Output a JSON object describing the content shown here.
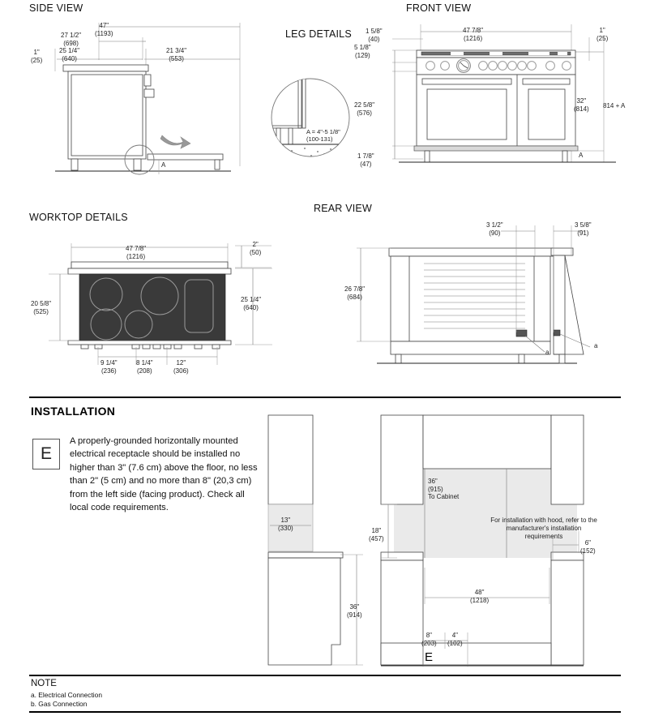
{
  "document": {
    "type": "appliance-installation-spec-sheet",
    "product": "48 inch dual-fuel range"
  },
  "sections": {
    "side_view": {
      "title": "SIDE VIEW"
    },
    "front_view": {
      "title": "FRONT VIEW"
    },
    "leg_details": {
      "title": "LEG DETAILS"
    },
    "worktop_details": {
      "title": "WORKTOP DETAILS"
    },
    "rear_view": {
      "title": "REAR VIEW"
    },
    "installation": {
      "title": "INSTALLATION"
    },
    "note": {
      "title": "NOTE"
    }
  },
  "side_view_dims": {
    "overall_depth": {
      "imperial": "47\"",
      "metric": "(1193)"
    },
    "body_depth": {
      "imperial": "27 1/2\"",
      "metric": "(698)"
    },
    "cabinet_depth": {
      "imperial": "25 1/4\"",
      "metric": "(640)"
    },
    "door_open": {
      "imperial": "21 3/4\"",
      "metric": "(553)"
    },
    "top_overhang": {
      "imperial": "1\"",
      "metric": "(25)"
    },
    "leg_marker": "A"
  },
  "front_view_dims": {
    "overall_width": {
      "imperial": "47 7/8\"",
      "metric": "(1216)"
    },
    "backguard_height": {
      "imperial": "1 5/8\"",
      "metric": "(40)"
    },
    "control_panel_height": {
      "imperial": "5 1/8\"",
      "metric": "(129)"
    },
    "oven_opening_height": {
      "imperial": "22 5/8\"",
      "metric": "(576)"
    },
    "toe_kick_height": {
      "imperial": "1 7/8\"",
      "metric": "(47)"
    },
    "right_offset": {
      "imperial": "1\"",
      "metric": "(25)"
    },
    "worktop_height": {
      "imperial": "32\"",
      "metric": "(814)"
    },
    "adjustable_total": "814 + A",
    "leg_marker": "A"
  },
  "leg_details_dims": {
    "leg_range_label": "A = 4\"-5 1/8\"",
    "leg_range_metric": "(100-131)"
  },
  "worktop_dims": {
    "width": {
      "imperial": "47 7/8\"",
      "metric": "(1216)"
    },
    "depth_cooking_surface": {
      "imperial": "20 5/8\"",
      "metric": "(525)"
    },
    "total_depth": {
      "imperial": "25 1/4\"",
      "metric": "(640)"
    },
    "rear_trim": {
      "imperial": "2\"",
      "metric": "(50)"
    },
    "burner_span_1": {
      "imperial": "9 1/4\"",
      "metric": "(236)"
    },
    "burner_span_2": {
      "imperial": "8 1/4\"",
      "metric": "(208)"
    },
    "burner_span_3": {
      "imperial": "12\"",
      "metric": "(306)"
    }
  },
  "rear_view_dims": {
    "height": {
      "imperial": "26 7/8\"",
      "metric": "(684)"
    },
    "gas_offset": {
      "imperial": "3 1/2\"",
      "metric": "(90)"
    },
    "depth_offset": {
      "imperial": "3 5/8\"",
      "metric": "(91)"
    },
    "connection_marker_left": "a",
    "connection_marker_right": "a"
  },
  "installation": {
    "heading": "INSTALLATION",
    "badge": "E",
    "body": "A properly-grounded horizontally mounted electrical receptacle should be installed no higher than 3\" (7.6 cm) above the floor, no less than 2\" (5 cm) and no more than 8\" (20,3 cm) from the left side (facing product). Check all local code requirements.",
    "dims": {
      "side_cabinet_depth": {
        "imperial": "13\"",
        "metric": "(330)"
      },
      "counter_height": {
        "imperial": "36\"",
        "metric": "(914)"
      },
      "to_cabinet": {
        "imperial": "36\"",
        "metric": "(915)",
        "label": "To Cabinet"
      },
      "to_upper_cabinet": {
        "imperial": "18\"",
        "metric": "(457)"
      },
      "hood_note": "For installation with hood, refer to the manufacturer's installation requirements",
      "side_clearance": {
        "imperial": "6\"",
        "metric": "(152)"
      },
      "cutout_width": {
        "imperial": "48\"",
        "metric": "(1218)"
      },
      "receptacle_from_left": {
        "imperial": "8\"",
        "metric": "(203)"
      },
      "receptacle_offset": {
        "imperial": "4\"",
        "metric": "(102)"
      },
      "receptacle_badge": "E"
    }
  },
  "note": {
    "heading": "NOTE",
    "items": [
      "a. Electrical Connection",
      "b. Gas Connection"
    ]
  }
}
